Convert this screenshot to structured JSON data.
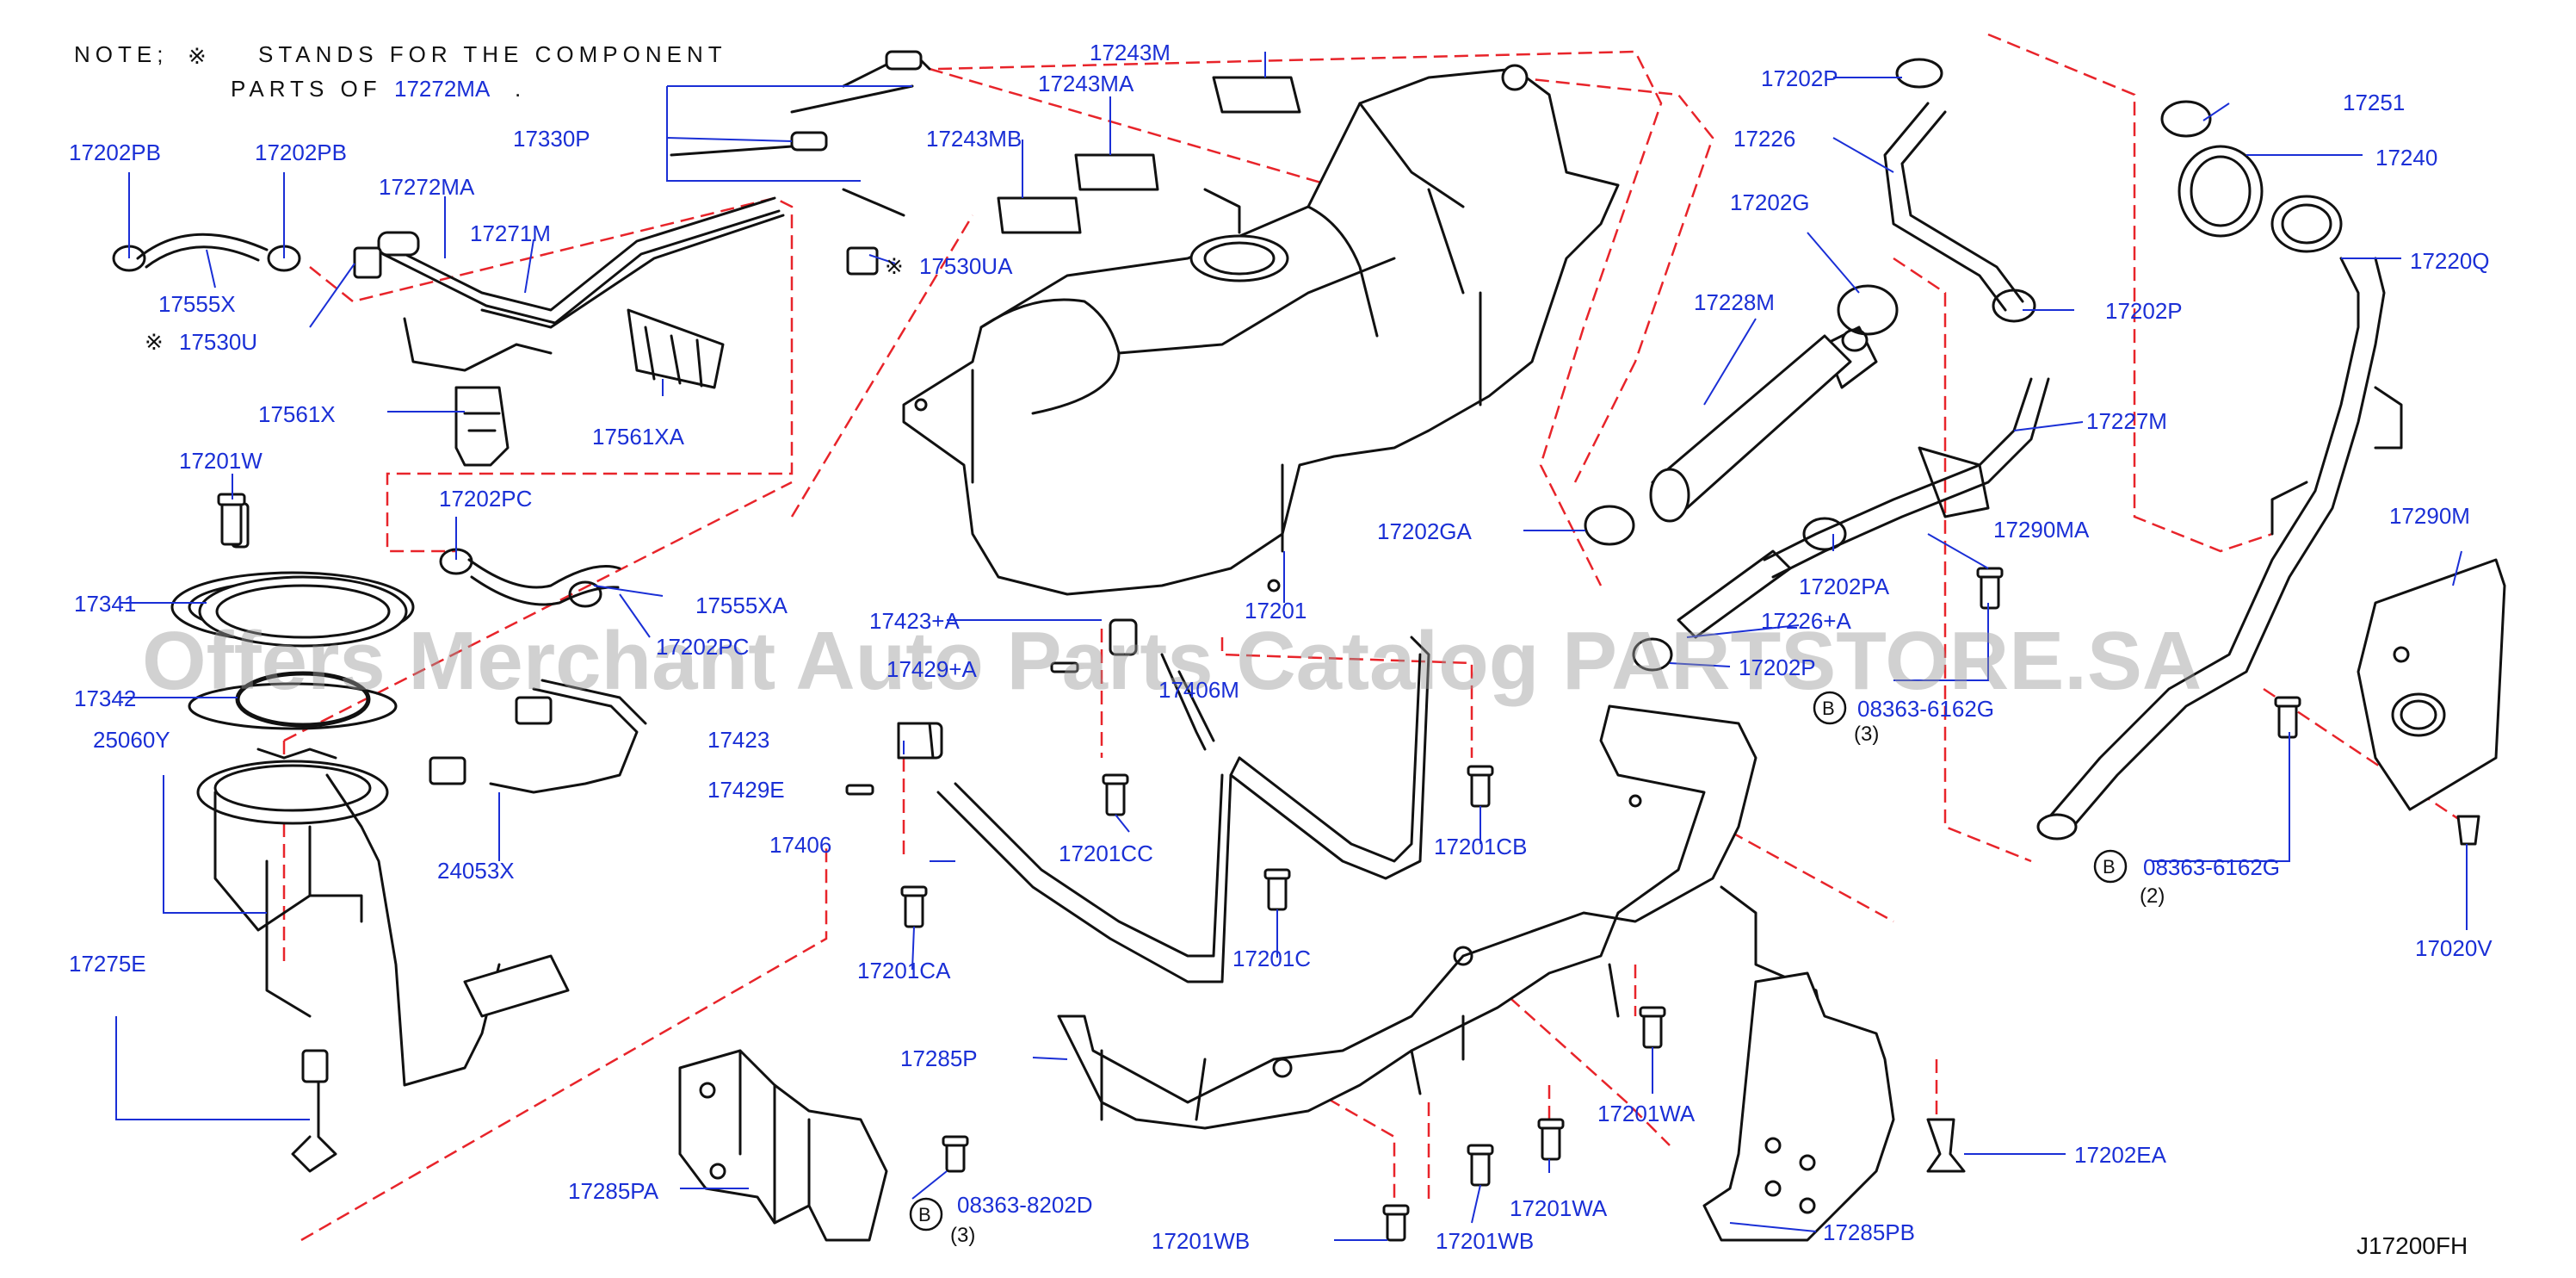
{
  "note": {
    "prefix": "NOTE;",
    "symbol": "※",
    "line1": "STANDS FOR THE COMPONENT",
    "line2": "PARTS OF",
    "ref": "17272MA",
    "end": "."
  },
  "watermark": "Offers Merchant Auto Parts Catalog PARTSTORE.SA",
  "diagram_code": "J17200FH",
  "bolt_badge": "B",
  "labels": {
    "p17243M": "17243M",
    "p17243MA": "17243MA",
    "p17243MB": "17243MB",
    "p17330P": "17330P",
    "p17272MA": "17272MA",
    "p17271M": "17271M",
    "p17202PB_a": "17202PB",
    "p17202PB_b": "17202PB",
    "p17555X": "17555X",
    "p17530U": "17530U",
    "p17530UA": "17530UA",
    "p17561X": "17561X",
    "p17561XA": "17561XA",
    "p17201W": "17201W",
    "p17202PC_a": "17202PC",
    "p17555XA": "17555XA",
    "p17202PC_b": "17202PC",
    "p17341": "17341",
    "p17342": "17342",
    "p25060Y": "25060Y",
    "p24053X": "24053X",
    "p17275E": "17275E",
    "p17201": "17201",
    "p17423A": "17423+A",
    "p17429A": "17429+A",
    "p17406M": "17406M",
    "p17423": "17423",
    "p17429E": "17429E",
    "p17406": "17406",
    "p17201CC": "17201CC",
    "p17201CB": "17201CB",
    "p17201CA": "17201CA",
    "p17201C": "17201C",
    "p17285P": "17285P",
    "p17285PA": "17285PA",
    "p08363_8202D": "08363-8202D",
    "q3_a": "(3)",
    "p17201WB_a": "17201WB",
    "p17201WB_b": "17201WB",
    "p17201WA_a": "17201WA",
    "p17201WA_b": "17201WA",
    "p17202EA": "17202EA",
    "p17285PB": "17285PB",
    "p17202P_a": "17202P",
    "p17226": "17226",
    "p17202G": "17202G",
    "p17228M": "17228M",
    "p17202P_b": "17202P",
    "p17227M": "17227M",
    "p17202GA": "17202GA",
    "p17202PA": "17202PA",
    "p17290MA": "17290MA",
    "p17226A": "17226+A",
    "p17202P_c": "17202P",
    "p08363_6162G_a": "08363-6162G",
    "q3_b": "(3)",
    "p17251": "17251",
    "p17240": "17240",
    "p17220Q": "17220Q",
    "p17290M": "17290M",
    "p08363_6162G_b": "08363-6162G",
    "q2": "(2)",
    "p17020V": "17020V"
  },
  "colors": {
    "label": "#1a2fd6",
    "line": "#111111",
    "dashed_guide": "#e8242a",
    "watermark": "#9a9a9a"
  }
}
